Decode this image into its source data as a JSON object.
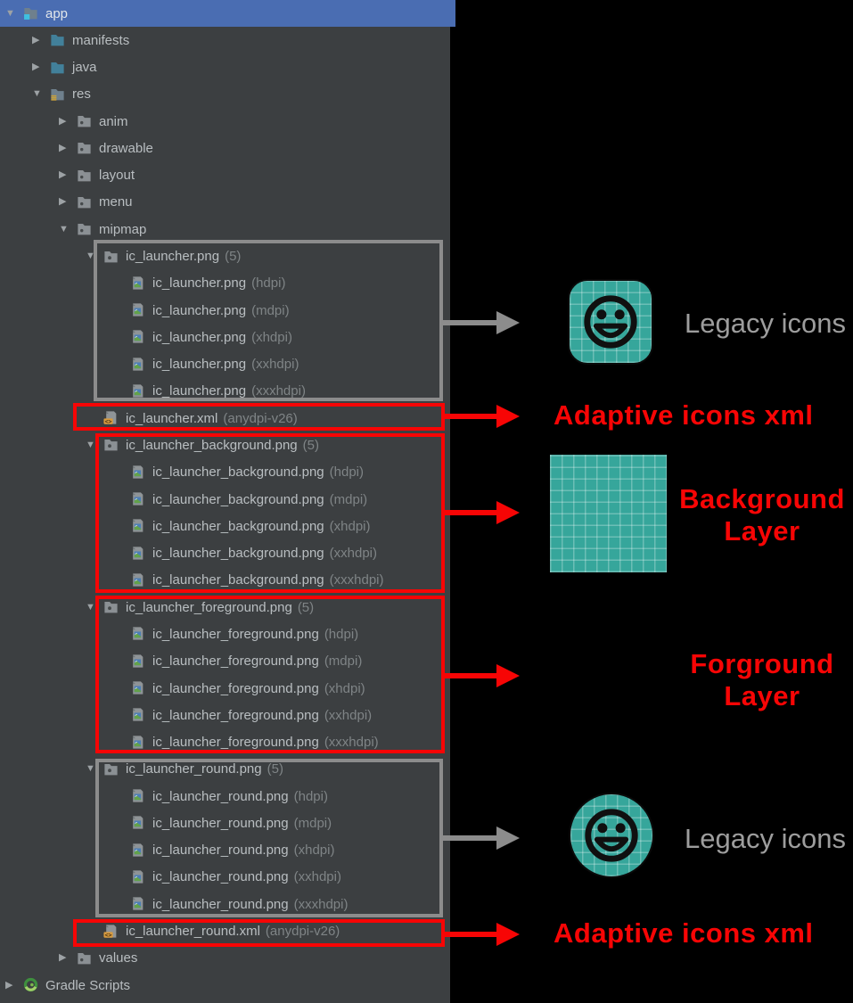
{
  "tree": {
    "rows": [
      {
        "label": "app",
        "suffix": "",
        "icon": "module",
        "level": 0,
        "chevron": "expanded",
        "selected": true
      },
      {
        "label": "manifests",
        "suffix": "",
        "icon": "folder-blue",
        "level": 1,
        "chevron": "collapsed"
      },
      {
        "label": "java",
        "suffix": "",
        "icon": "folder-blue",
        "level": 1,
        "chevron": "collapsed"
      },
      {
        "label": "res",
        "suffix": "",
        "icon": "folder-res",
        "level": 1,
        "chevron": "expanded"
      },
      {
        "label": "anim",
        "suffix": "",
        "icon": "folder-gray",
        "level": 2,
        "chevron": "collapsed"
      },
      {
        "label": "drawable",
        "suffix": "",
        "icon": "folder-gray",
        "level": 2,
        "chevron": "collapsed"
      },
      {
        "label": "layout",
        "suffix": "",
        "icon": "folder-gray",
        "level": 2,
        "chevron": "collapsed"
      },
      {
        "label": "menu",
        "suffix": "",
        "icon": "folder-gray",
        "level": 2,
        "chevron": "collapsed"
      },
      {
        "label": "mipmap",
        "suffix": "",
        "icon": "folder-gray",
        "level": 2,
        "chevron": "expanded"
      },
      {
        "label": "ic_launcher.png",
        "suffix": "(5)",
        "icon": "group",
        "level": 3,
        "chevron": "expanded"
      },
      {
        "label": "ic_launcher.png",
        "suffix": "(hdpi)",
        "icon": "image",
        "level": 4,
        "chevron": "none"
      },
      {
        "label": "ic_launcher.png",
        "suffix": "(mdpi)",
        "icon": "image",
        "level": 4,
        "chevron": "none"
      },
      {
        "label": "ic_launcher.png",
        "suffix": "(xhdpi)",
        "icon": "image",
        "level": 4,
        "chevron": "none"
      },
      {
        "label": "ic_launcher.png",
        "suffix": "(xxhdpi)",
        "icon": "image",
        "level": 4,
        "chevron": "none"
      },
      {
        "label": "ic_launcher.png",
        "suffix": "(xxxhdpi)",
        "icon": "image",
        "level": 4,
        "chevron": "none"
      },
      {
        "label": "ic_launcher.xml",
        "suffix": "(anydpi-v26)",
        "icon": "xml",
        "level": 3,
        "chevron": "none"
      },
      {
        "label": "ic_launcher_background.png",
        "suffix": "(5)",
        "icon": "group",
        "level": 3,
        "chevron": "expanded"
      },
      {
        "label": "ic_launcher_background.png",
        "suffix": "(hdpi)",
        "icon": "image",
        "level": 4,
        "chevron": "none"
      },
      {
        "label": "ic_launcher_background.png",
        "suffix": "(mdpi)",
        "icon": "image",
        "level": 4,
        "chevron": "none"
      },
      {
        "label": "ic_launcher_background.png",
        "suffix": "(xhdpi)",
        "icon": "image",
        "level": 4,
        "chevron": "none"
      },
      {
        "label": "ic_launcher_background.png",
        "suffix": "(xxhdpi)",
        "icon": "image",
        "level": 4,
        "chevron": "none"
      },
      {
        "label": "ic_launcher_background.png",
        "suffix": "(xxxhdpi)",
        "icon": "image",
        "level": 4,
        "chevron": "none"
      },
      {
        "label": "ic_launcher_foreground.png",
        "suffix": "(5)",
        "icon": "group",
        "level": 3,
        "chevron": "expanded"
      },
      {
        "label": "ic_launcher_foreground.png",
        "suffix": "(hdpi)",
        "icon": "image",
        "level": 4,
        "chevron": "none"
      },
      {
        "label": "ic_launcher_foreground.png",
        "suffix": "(mdpi)",
        "icon": "image",
        "level": 4,
        "chevron": "none"
      },
      {
        "label": "ic_launcher_foreground.png",
        "suffix": "(xhdpi)",
        "icon": "image",
        "level": 4,
        "chevron": "none"
      },
      {
        "label": "ic_launcher_foreground.png",
        "suffix": "(xxhdpi)",
        "icon": "image",
        "level": 4,
        "chevron": "none"
      },
      {
        "label": "ic_launcher_foreground.png",
        "suffix": "(xxxhdpi)",
        "icon": "image",
        "level": 4,
        "chevron": "none"
      },
      {
        "label": "ic_launcher_round.png",
        "suffix": "(5)",
        "icon": "group",
        "level": 3,
        "chevron": "expanded"
      },
      {
        "label": "ic_launcher_round.png",
        "suffix": "(hdpi)",
        "icon": "image",
        "level": 4,
        "chevron": "none"
      },
      {
        "label": "ic_launcher_round.png",
        "suffix": "(mdpi)",
        "icon": "image",
        "level": 4,
        "chevron": "none"
      },
      {
        "label": "ic_launcher_round.png",
        "suffix": "(xhdpi)",
        "icon": "image",
        "level": 4,
        "chevron": "none"
      },
      {
        "label": "ic_launcher_round.png",
        "suffix": "(xxhdpi)",
        "icon": "image",
        "level": 4,
        "chevron": "none"
      },
      {
        "label": "ic_launcher_round.png",
        "suffix": "(xxxhdpi)",
        "icon": "image",
        "level": 4,
        "chevron": "none"
      },
      {
        "label": "ic_launcher_round.xml",
        "suffix": "(anydpi-v26)",
        "icon": "xml",
        "level": 3,
        "chevron": "none"
      },
      {
        "label": "values",
        "suffix": "",
        "icon": "folder-gray",
        "level": 2,
        "chevron": "collapsed"
      },
      {
        "label": "Gradle Scripts",
        "suffix": "",
        "icon": "gradle",
        "level": 0,
        "chevron": "collapsed"
      }
    ]
  },
  "annotations": {
    "legacy_icons_1": "Legacy icons",
    "adaptive_icons_xml_1": "Adaptive icons xml",
    "background_layer": {
      "line1": "Background",
      "line2": "Layer"
    },
    "forground_layer": {
      "line1": "Forground",
      "line2": "Layer"
    },
    "legacy_icons_2": "Legacy icons",
    "adaptive_icons_xml_2": "Adaptive icons xml"
  },
  "colors": {
    "panel_background": "#3c3f41",
    "selection_blue": "#4a6db2",
    "annotation_red": "#f70505",
    "annotation_gray": "#9d9d9d",
    "icon_teal": "#36a69b"
  }
}
